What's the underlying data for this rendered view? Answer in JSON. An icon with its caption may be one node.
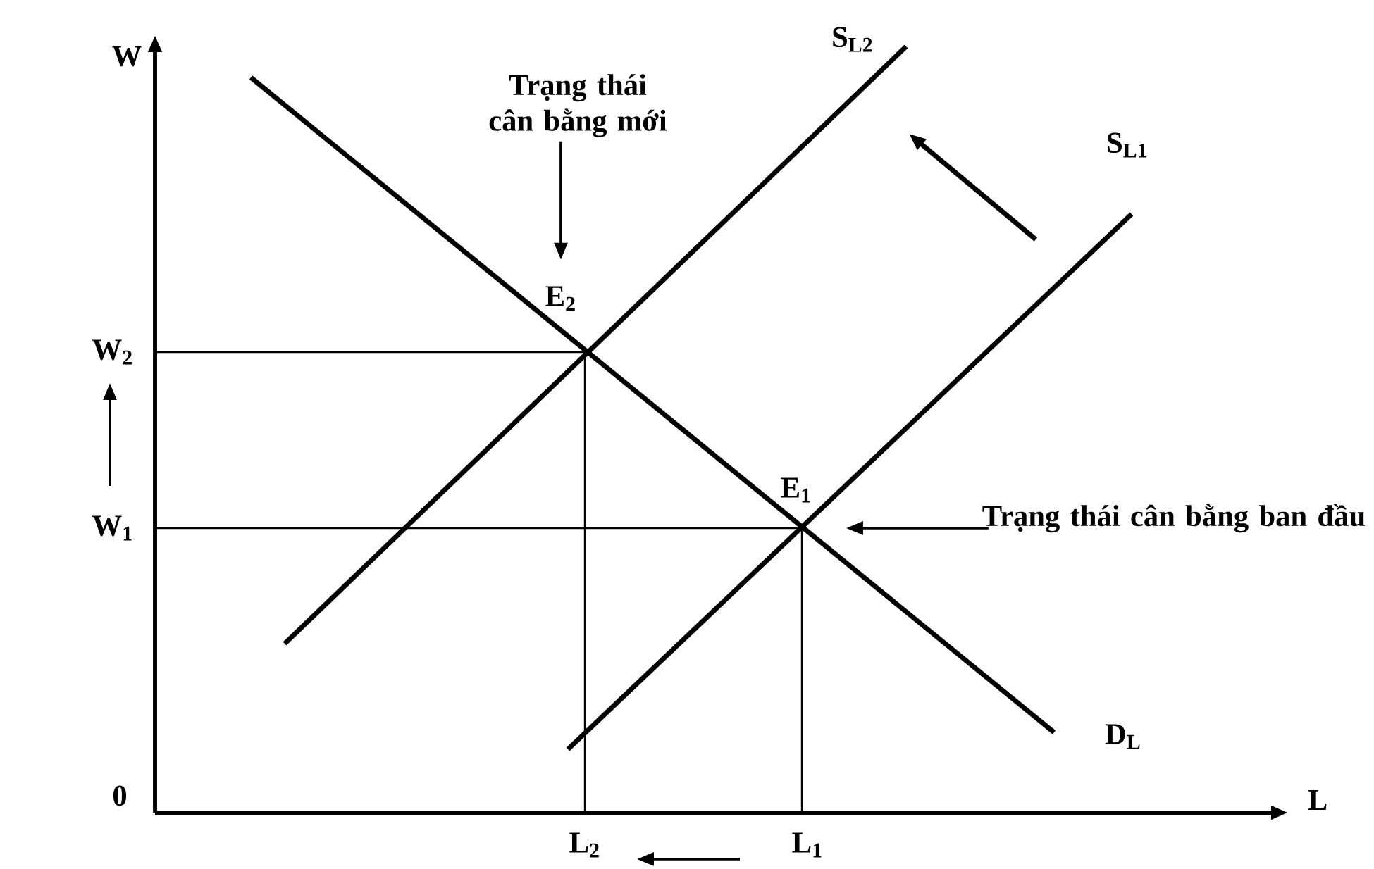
{
  "diagram": {
    "nodes": [
      {
        "text": [
          "Trạng thái cân bằng mới"
        ]
      },
      {
        "text": [
          "Trạng thái cân bằng ban đầu"
        ]
      },
      {
        "text": [
          "E$_{2}$"
        ]
      },
      {
        "text": [
          "E$_{1}$"
        ]
      }
    ],
    "edges": [
      {
        "from": 0,
        "to": 2,
        "arrow": "to"
      },
      {
        "from": 1,
        "to": 3,
        "arrow": "to"
      }
    ],
    "labels": [
      "W",
      "S$_{L2}$",
      "S$_{L1}$",
      "W$_{2}$",
      "W$_{1}$",
      "D$_{L}$",
      "0",
      "L",
      "L$_{2}$",
      "L$_{1}$"
    ]
  }
}
